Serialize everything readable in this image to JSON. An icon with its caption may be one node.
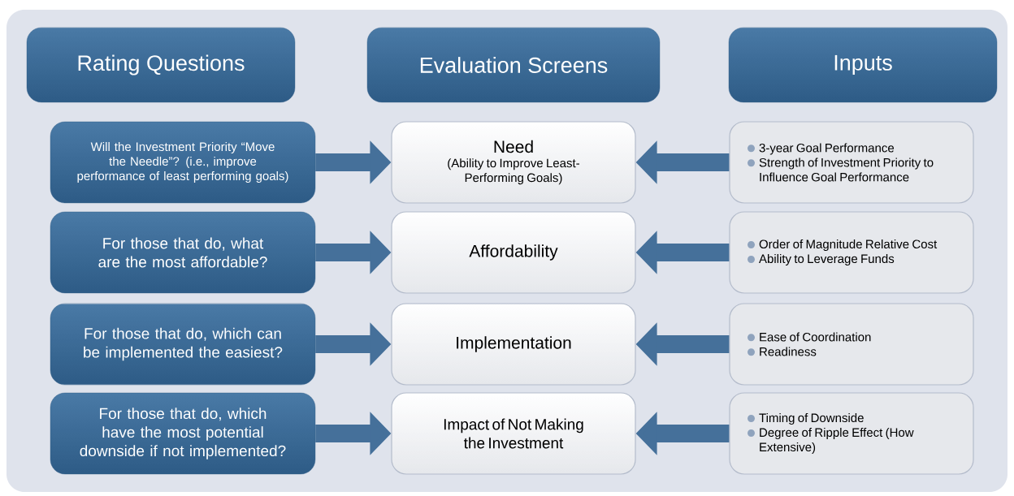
{
  "diagram": {
    "nodes": [
      {
        "text": [
          "Rating Questions"
        ]
      },
      {
        "text": [
          "Evaluation Screens"
        ]
      },
      {
        "text": [
          "Inputs"
        ]
      },
      {
        "text": [
          "Will the Investment Priority “Move the Needle”? (i.e., improve performance of least performing goals)"
        ]
      },
      {
        "text": [
          "Need",
          "(Ability to Improve Least-Performing Goals)"
        ]
      },
      {
        "text": [
          "3-year Goal Performance",
          "Strength of Investment Priority to Influence Goal Performance"
        ]
      },
      {
        "text": [
          "For those that do, what are the most affordable?"
        ]
      },
      {
        "text": [
          "Affordability"
        ]
      },
      {
        "text": [
          "Order of Magnitude Relative Cost",
          "Ability to Leverage Funds"
        ]
      },
      {
        "text": [
          "For those that do, which can be implemented the easiest?"
        ]
      },
      {
        "text": [
          "Implementation"
        ]
      },
      {
        "text": [
          "Ease of Coordination",
          "Readiness"
        ]
      },
      {
        "text": [
          "For those that do, which have the most potential downside if not implemented?"
        ]
      },
      {
        "text": [
          "Impact of Not Making the Investment"
        ]
      },
      {
        "text": [
          "Timing of Downside",
          "Degree of Ripple Effect (How Extensive)"
        ]
      }
    ],
    "edges": [
      {
        "from": 3,
        "to": 4,
        "arrow": "to"
      },
      {
        "from": 5,
        "to": 4,
        "arrow": "to"
      },
      {
        "from": 6,
        "to": 7,
        "arrow": "to"
      },
      {
        "from": 8,
        "to": 7,
        "arrow": "to"
      },
      {
        "from": 9,
        "to": 10,
        "arrow": "to"
      },
      {
        "from": 11,
        "to": 10,
        "arrow": "to"
      },
      {
        "from": 12,
        "to": 13,
        "arrow": "to"
      },
      {
        "from": 14,
        "to": 13,
        "arrow": "to"
      }
    ]
  }
}
